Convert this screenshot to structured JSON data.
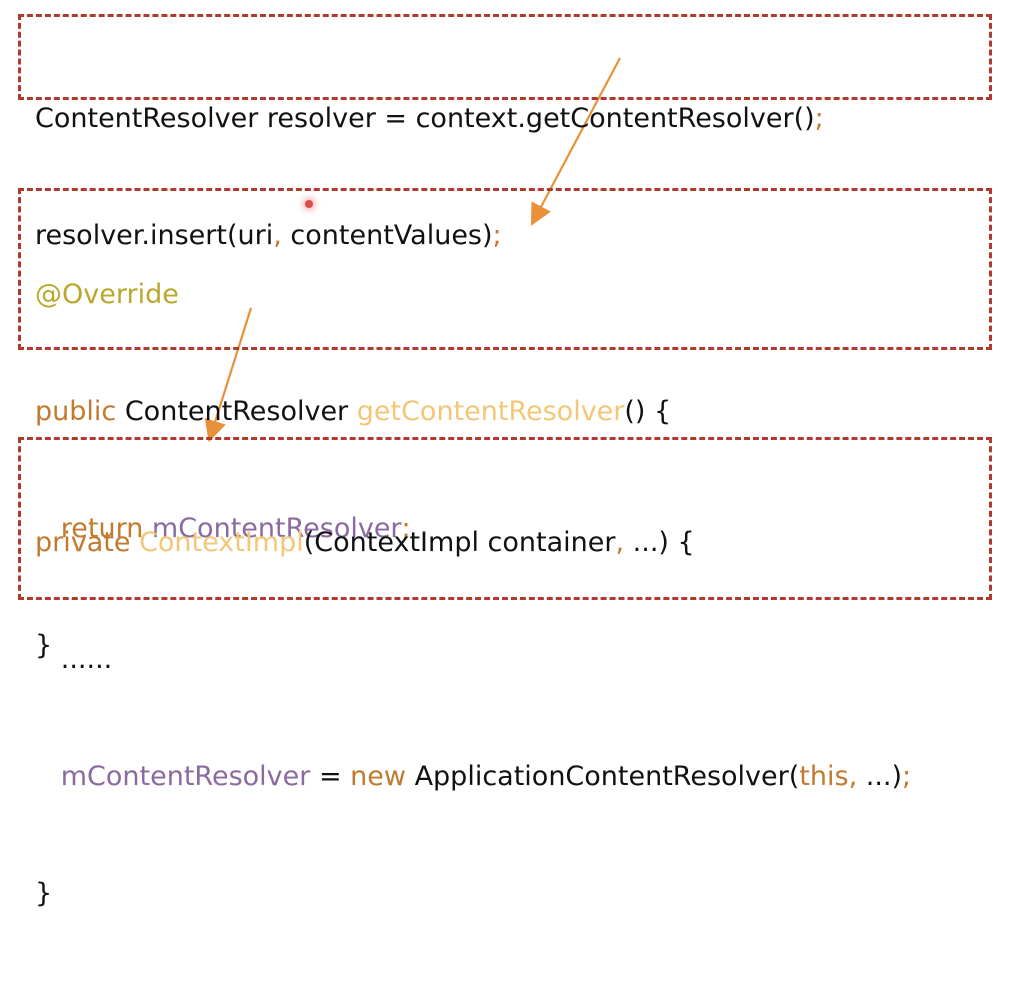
{
  "block1": {
    "line1": {
      "a": "ContentResolver resolver = context.getContentResolver()",
      "semi": ";"
    },
    "line2": {
      "a": "resolver.insert(uri",
      "comma": ",",
      "b": " contentValues)",
      "semi": ";"
    }
  },
  "block2": {
    "annotation": "@Override",
    "line2": {
      "kw": "public",
      "type": " ContentResolver ",
      "method": "getContentResolver",
      "rest": "() {"
    },
    "line3": {
      "indent": "   ",
      "kw": "return",
      "space": " ",
      "field": "mContentResolver",
      "semi": ";"
    },
    "line4": "}"
  },
  "block3": {
    "line1": {
      "kw": "private",
      "space": " ",
      "ctor": "ContextImpl",
      "a": "(ContextImpl container",
      "comma": ",",
      "b": " ...) {"
    },
    "line2": "   ......",
    "line3": {
      "indent": "   ",
      "field": "mContentResolver",
      "eq": " = ",
      "kw": "new",
      "a": " ApplicationContentResolver(",
      "kw2": "this",
      "comma": ",",
      "b": " ...)",
      "semi": ";"
    },
    "line4": "}"
  },
  "colors": {
    "border": "#b03a2e",
    "arrow": "#e8913a",
    "annotation": "#b8a82c",
    "keyword": "#c27a2e",
    "method_decl": "#f3c778",
    "field": "#8a6aa0"
  }
}
